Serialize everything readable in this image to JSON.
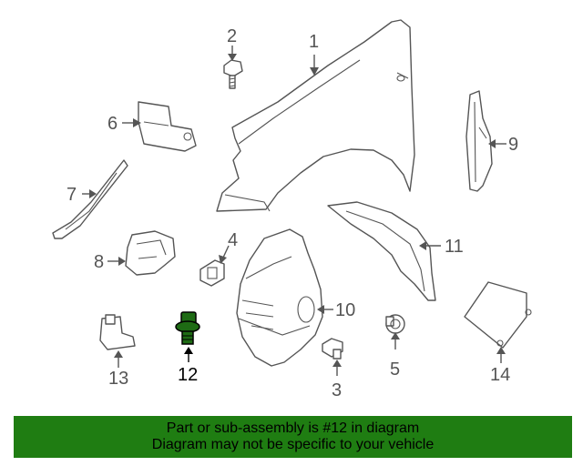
{
  "diagram": {
    "highlight_color": "#1e6b14",
    "callouts": {
      "c1": "1",
      "c2": "2",
      "c3": "3",
      "c4": "4",
      "c5": "5",
      "c6": "6",
      "c7": "7",
      "c8": "8",
      "c9": "9",
      "c10": "10",
      "c11": "11",
      "c12": "12",
      "c13": "13",
      "c14": "14"
    },
    "active_part": "12"
  },
  "banner": {
    "background": "#1f7d12",
    "line1": "Part or sub-assembly is #12 in diagram",
    "line2": "Diagram may not be specific to your vehicle"
  }
}
